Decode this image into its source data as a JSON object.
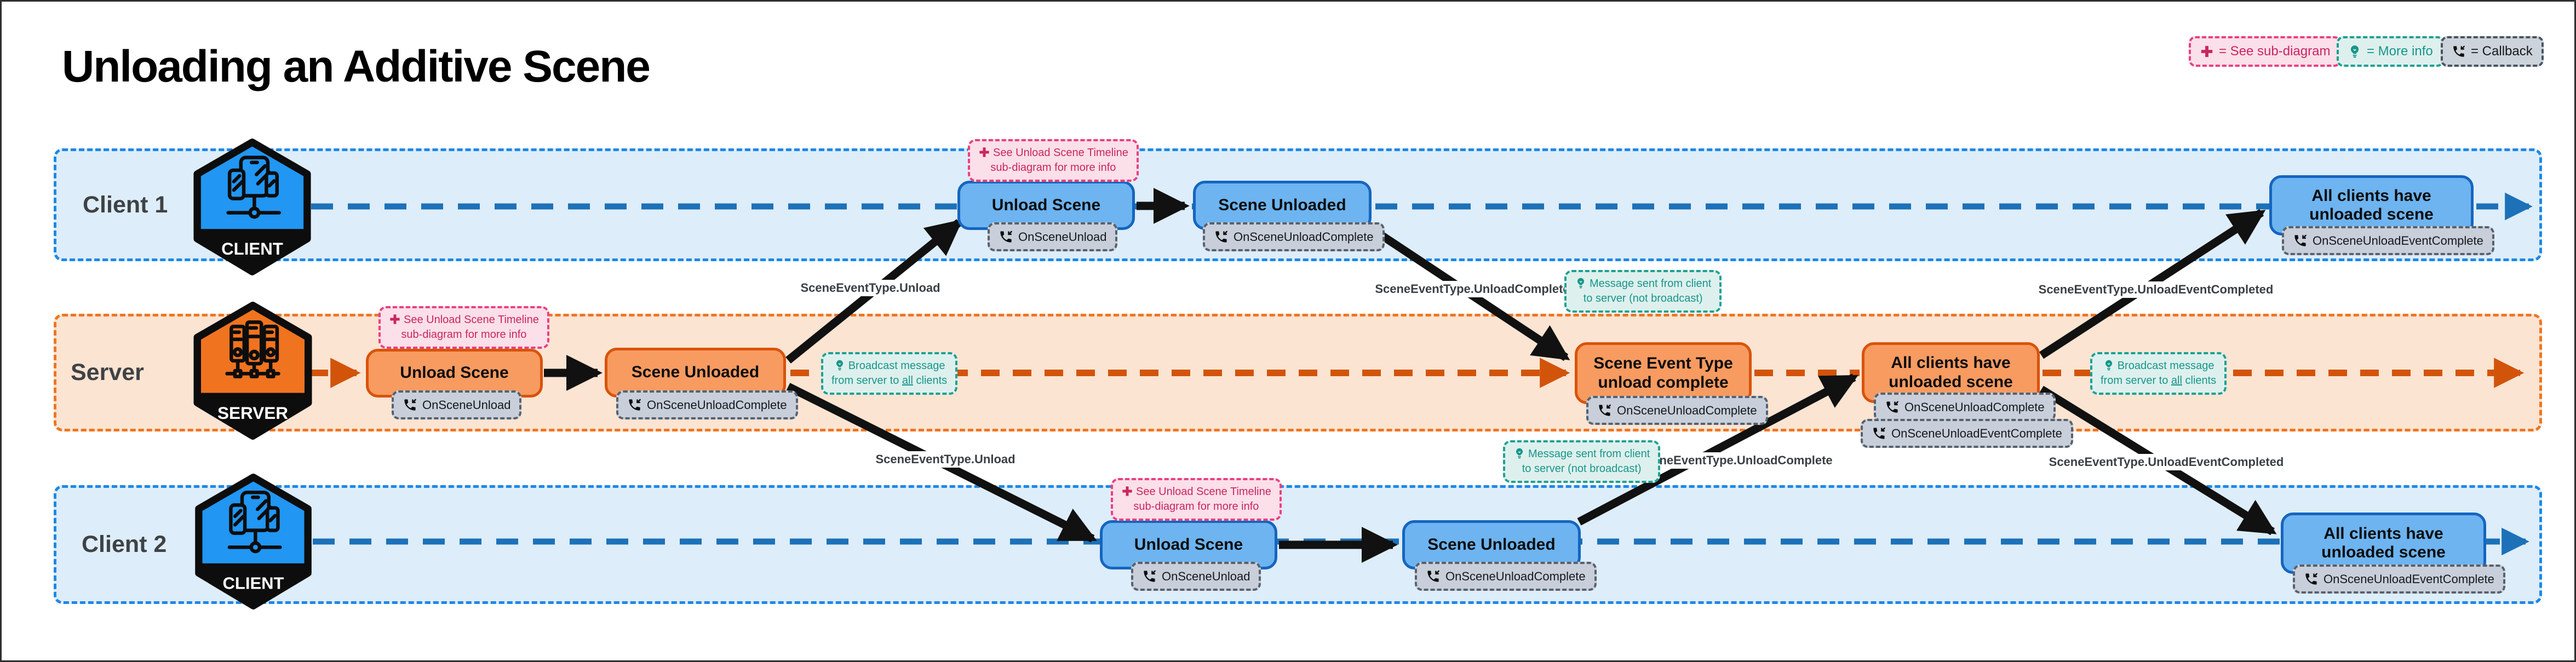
{
  "title": "Unloading an Additive Scene",
  "legend": {
    "sub_diagram": "= See sub-diagram",
    "more_info": "= More info",
    "callback": "= Callback"
  },
  "lanes": {
    "client1": {
      "label": "Client 1",
      "badge": "CLIENT"
    },
    "server": {
      "label": "Server",
      "badge": "SERVER"
    },
    "client2": {
      "label": "Client 2",
      "badge": "CLIENT"
    }
  },
  "nodes": {
    "c1_unload": {
      "label": "Unload Scene",
      "callback": "OnSceneUnload"
    },
    "c1_unloaded": {
      "label": "Scene Unloaded",
      "callback": "OnSceneUnloadComplete"
    },
    "c1_all": {
      "label": "All clients have unloaded scene",
      "callback": "OnSceneUnloadEventComplete"
    },
    "s_unload": {
      "label": "Unload Scene",
      "callback": "OnSceneUnload"
    },
    "s_unloaded": {
      "label": "Scene Unloaded",
      "callback": "OnSceneUnloadComplete"
    },
    "s_event": {
      "label": "Scene Event Type unload complete",
      "callback": "OnSceneUnloadComplete"
    },
    "s_all": {
      "label": "All clients have unloaded scene",
      "callback1": "OnSceneUnloadComplete",
      "callback2": "OnSceneUnloadEventComplete"
    },
    "c2_unload": {
      "label": "Unload Scene",
      "callback": "OnSceneUnload"
    },
    "c2_unloaded": {
      "label": "Scene Unloaded",
      "callback": "OnSceneUnloadComplete"
    },
    "c2_all": {
      "label": "All clients have unloaded scene",
      "callback": "OnSceneUnloadEventComplete"
    }
  },
  "notes": {
    "see_timeline": {
      "line1": "See Unload Scene Timeline",
      "line2": "sub-diagram for more info"
    },
    "client_to_server": {
      "line1": "Message sent from client",
      "line2": "to server (not broadcast)"
    },
    "broadcast": {
      "line1": "Broadcast message",
      "line2_pre": "from server to ",
      "line2_underline": "all",
      "line2_post": " clients"
    }
  },
  "edge_labels": {
    "unload": "SceneEventType.Unload",
    "unload_complete": "SceneEventType.UnloadComplete",
    "unload_event_completed": "SceneEventType.UnloadEventCompleted"
  },
  "colors": {
    "client_accent": "#1d71b8",
    "client_box_fill": "#6db4f0",
    "client_lane_bg": "#ddedf9",
    "server_accent": "#d2540a",
    "server_box_fill": "#f79b61",
    "server_lane_bg": "#fbe4d2",
    "note_pink": "#c9265e",
    "note_teal": "#1b9a8c",
    "callback_gray": "#57616d",
    "hex_client": "#2196f3",
    "hex_server": "#f0731f"
  }
}
